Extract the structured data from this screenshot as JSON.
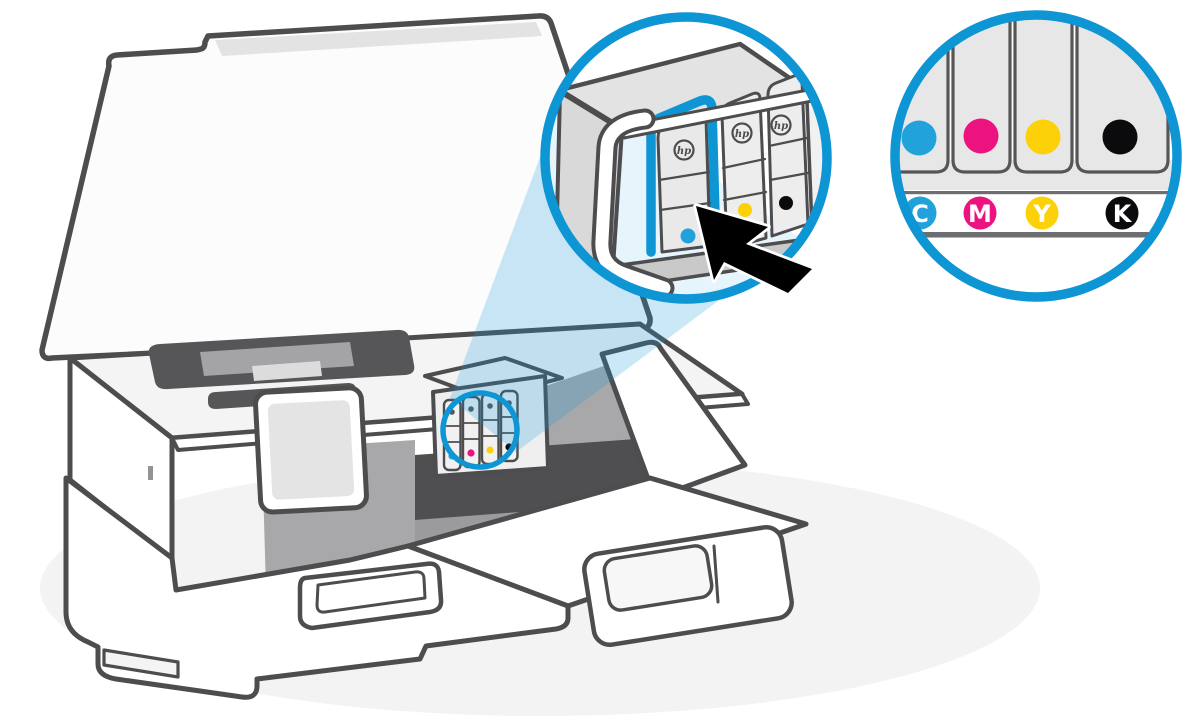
{
  "figure": {
    "type": "instructional-illustration",
    "subject": "HP inkjet printer ink cartridge installation",
    "scene": "Printer with lid open and front door lowered; ink carriage circled in blue; a magnified callout shows a cartridge being pushed into its slot; a second callout shows the ink slot color order"
  },
  "brand": {
    "logo_text": "hp"
  },
  "colors": {
    "hp_blue": "#0E95D4",
    "cyan": "#21A2DB",
    "magenta": "#EC127F",
    "yellow": "#FDD108",
    "black": "#0B0B0D",
    "outline": "#4D4D4F"
  },
  "color_key": {
    "labels": [
      "C",
      "M",
      "Y",
      "K"
    ],
    "slot_order_left_to_right": [
      "cyan",
      "magenta",
      "yellow",
      "black"
    ]
  },
  "callouts": {
    "insert_cartridge": {
      "shows": "cartridge clicked into carriage slot",
      "pointer": "cursor-arrow"
    },
    "color_key": {
      "shows": "four ink slots with C M Y K labels"
    }
  },
  "printer": {
    "parts": [
      "lid",
      "output-tray-recess",
      "control-panel",
      "ink-carriage",
      "front-door",
      "paper-tray"
    ],
    "cartridge_count": 4
  }
}
